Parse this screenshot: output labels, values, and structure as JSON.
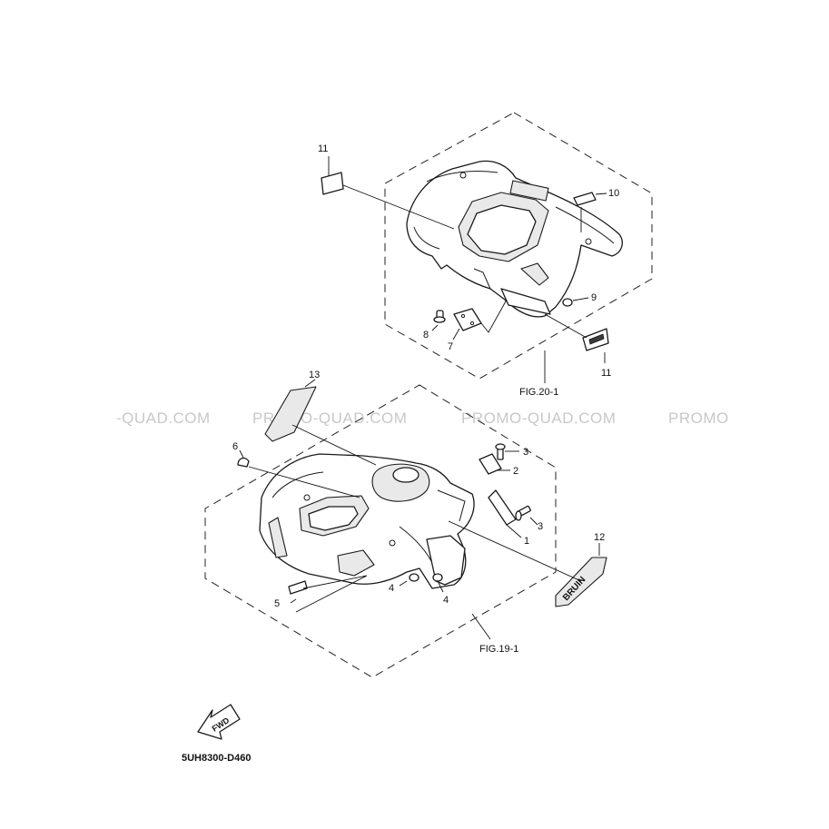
{
  "watermarks": [
    "-QUAD.COM",
    "PROMO-QUAD.COM",
    "PROMO-QUAD.COM",
    "PROMO"
  ],
  "rear_assembly": {
    "reference": "FIG.20-1",
    "callouts": [
      "11",
      "10",
      "9",
      "8",
      "7",
      "11"
    ]
  },
  "front_assembly": {
    "reference": "FIG.19-1",
    "callouts": [
      "13",
      "6",
      "3",
      "2",
      "3",
      "1",
      "12",
      "5",
      "4",
      "4"
    ]
  },
  "direction_arrow": {
    "text": "FWD"
  },
  "drawing_code": "5UH8300-D460",
  "decal_text": "BRUIN"
}
